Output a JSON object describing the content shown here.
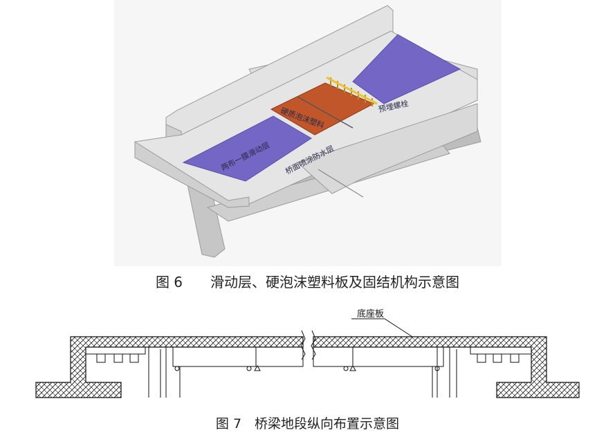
{
  "figure6": {
    "caption": "图 6　　滑动层、硬泡沫塑料板及固结机构示意图",
    "labels": {
      "sliding_layer": "两布一膜滑动层",
      "foam_board": "硬质泡沫塑料",
      "anchor_bolt": "预埋螺栓",
      "waterproof_layer": "桥面喷涂防水层"
    },
    "colors": {
      "sliding_layer": "#7366c4",
      "foam_board": "#c1562a",
      "concrete": "#dcdcdc",
      "bolt": "#e8c33a"
    }
  },
  "figure7": {
    "caption": "图 7　桥梁地段纵向布置示意图",
    "label_base_plate": "底座板"
  }
}
